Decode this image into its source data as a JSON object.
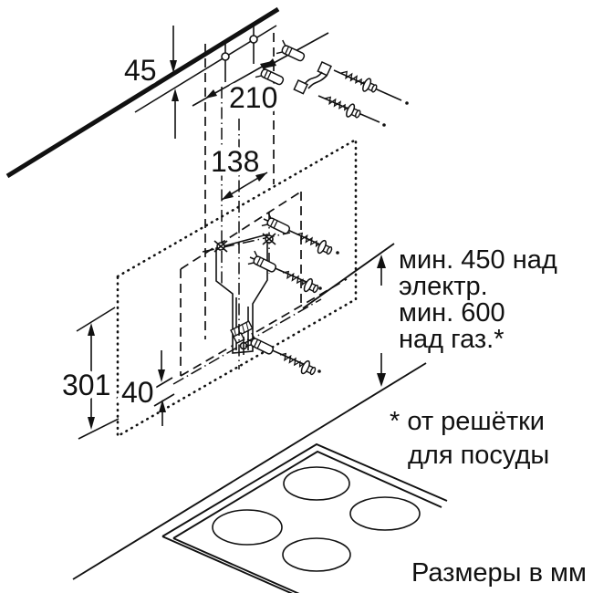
{
  "diagram": {
    "units_note": "Размеры в мм",
    "dim_ceiling_gap": "45",
    "dim_upper_hole_spacing": "210",
    "dim_bracket_hole_spacing": "138",
    "dim_hood_height": "301",
    "dim_lower_offset": "40",
    "clearance": {
      "l1": "мин. 450 над",
      "l2": "электр.",
      "l3": "мин. 600",
      "l4": "над газ.*"
    },
    "footnote": {
      "l1": "* от решётки",
      "l2": "для посуды"
    }
  }
}
